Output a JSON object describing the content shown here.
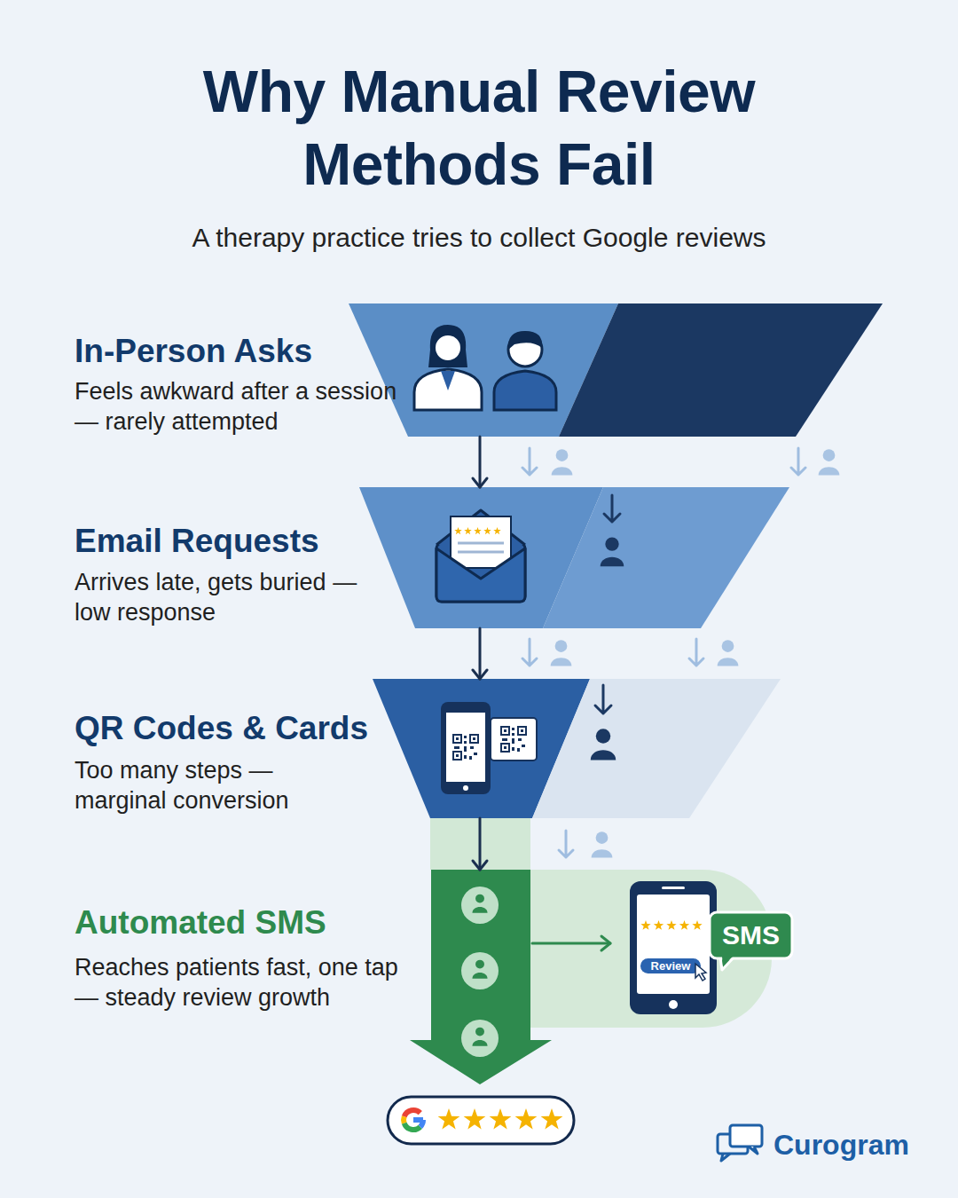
{
  "diagram": {
    "title": "Why Manual Review Methods Fail",
    "nodes": [
      {
        "text": [
          "In-Person Asks",
          "Feels awkward after a session — rarely attempted"
        ]
      },
      {
        "text": [
          "Email Requests",
          "Arrives late, gets buried — low response"
        ]
      },
      {
        "text": [
          "QR Codes & Cards",
          "Too many steps — marginal conversion"
        ]
      },
      {
        "text": [
          "Automated SMS",
          "Reaches patients fast, one tap — steady review growth"
        ]
      },
      {
        "text": [
          "SMS",
          "Review"
        ]
      }
    ],
    "edges": [
      {
        "from": 0,
        "to": 1,
        "arrow": "to"
      },
      {
        "from": 1,
        "to": 2,
        "arrow": "to"
      },
      {
        "from": 2,
        "to": 3,
        "arrow": "to"
      },
      {
        "from": 3,
        "to": 4,
        "arrow": "to"
      }
    ],
    "labels": [
      "A therapy practice tries to collect Google reviews",
      "Curogram"
    ]
  }
}
